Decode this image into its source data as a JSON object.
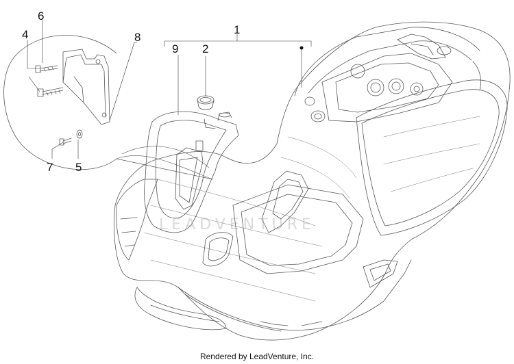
{
  "callouts": {
    "c1": "1",
    "c2": "2",
    "c4": "4",
    "c5": "5",
    "c6": "6",
    "c7": "7",
    "c8": "8",
    "c9": "9"
  },
  "watermark": "LEADVENTURE",
  "footer": "Rendered by LeadVenture, Inc."
}
